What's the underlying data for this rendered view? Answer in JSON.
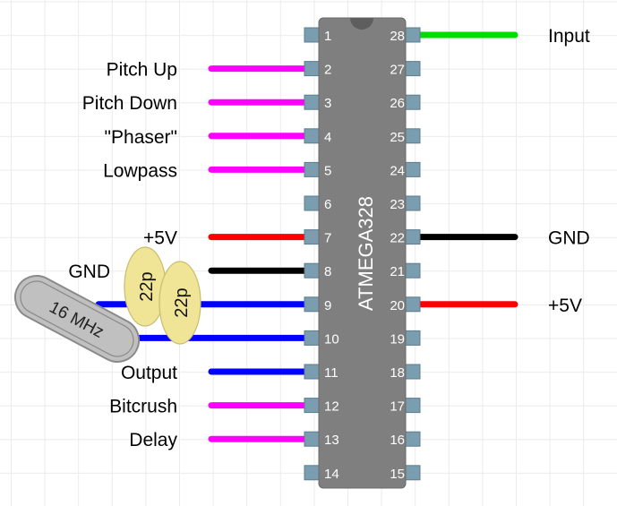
{
  "diagram": {
    "chip": {
      "name": "ATMEGA328",
      "body_color": "#7f7f7f",
      "pad_color": "#7a9db0",
      "text_color": "#ffffff"
    },
    "pins_left": [
      "1",
      "2",
      "3",
      "4",
      "5",
      "6",
      "7",
      "8",
      "9",
      "10",
      "11",
      "12",
      "13",
      "14"
    ],
    "pins_right": [
      "28",
      "27",
      "26",
      "25",
      "24",
      "23",
      "22",
      "21",
      "20",
      "19",
      "18",
      "17",
      "16",
      "15"
    ],
    "wires_left": [
      {
        "pin": 2,
        "color": "#ff00ff",
        "label": "Pitch Up"
      },
      {
        "pin": 3,
        "color": "#ff00ff",
        "label": "Pitch Down"
      },
      {
        "pin": 4,
        "color": "#ff00ff",
        "label": "\"Phaser\""
      },
      {
        "pin": 5,
        "color": "#ff00ff",
        "label": "Lowpass"
      },
      {
        "pin": 7,
        "color": "#ff0000",
        "label": "+5V"
      },
      {
        "pin": 8,
        "color": "#000000",
        "label": "GND"
      },
      {
        "pin": 9,
        "color": "#0000ff",
        "label": ""
      },
      {
        "pin": 10,
        "color": "#0000ff",
        "label": ""
      },
      {
        "pin": 11,
        "color": "#0000ff",
        "label": "Output"
      },
      {
        "pin": 12,
        "color": "#ff00ff",
        "label": "Bitcrush"
      },
      {
        "pin": 13,
        "color": "#ff00ff",
        "label": "Delay"
      }
    ],
    "wires_right": [
      {
        "pin": 28,
        "color": "#00dd00",
        "label": "Input"
      },
      {
        "pin": 22,
        "color": "#000000",
        "label": "GND"
      },
      {
        "pin": 20,
        "color": "#ff0000",
        "label": "+5V"
      }
    ],
    "capacitors": [
      {
        "label": "22p"
      },
      {
        "label": "22p"
      }
    ],
    "crystal": {
      "label": "16 MHz"
    }
  }
}
